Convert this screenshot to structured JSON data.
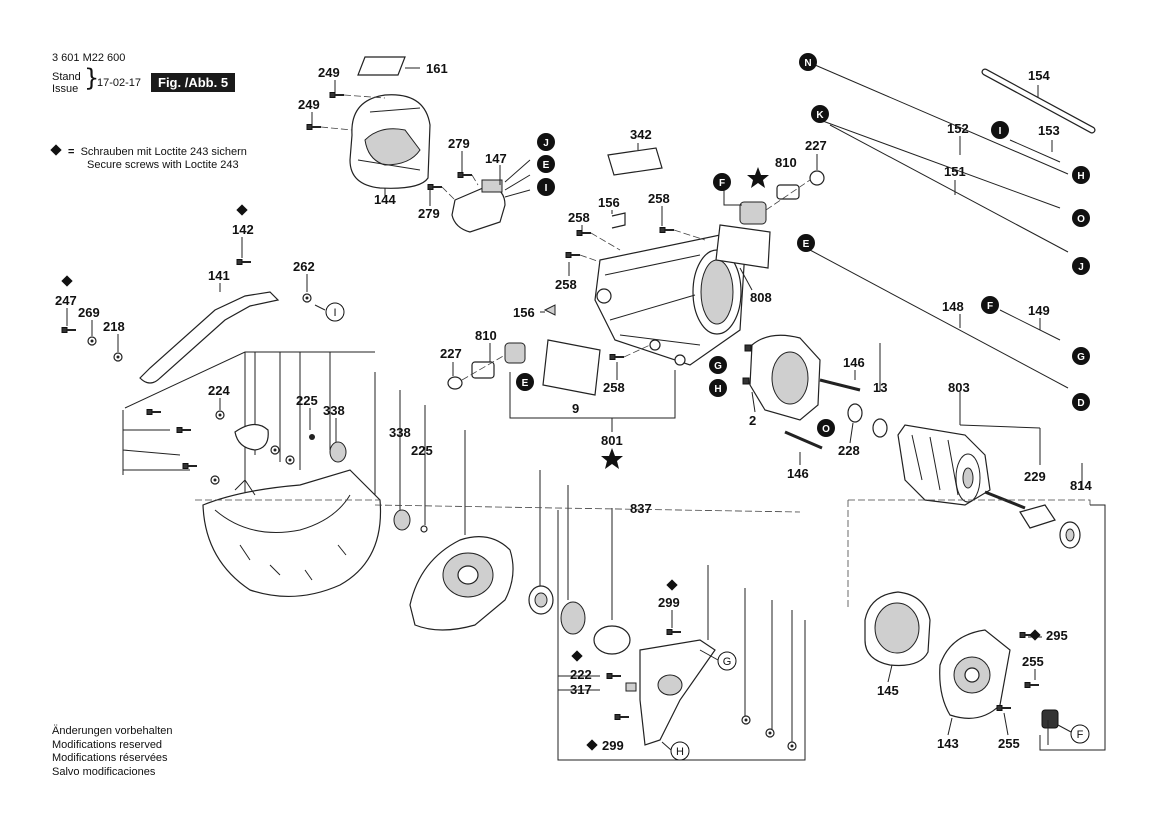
{
  "header": {
    "doc_number": "3 601 M22 600",
    "stand_label": "Stand",
    "issue_label": "Issue",
    "date": "17-02-17",
    "figure_label": "Fig. /Abb. 5"
  },
  "loctite_note": {
    "symbol": "=",
    "line_de": "Schrauben mit Loctite 243 sichern",
    "line_en": "Secure screws with Loctite 243"
  },
  "footer": {
    "lines": [
      "Änderungen vorbehalten",
      "Modifications reserved",
      "Modifications réservées",
      "Salvo modificaciones"
    ]
  },
  "part_numbers": {
    "p161": "161",
    "p249a": "249",
    "p249b": "249",
    "p144": "144",
    "p279a": "279",
    "p279b": "279",
    "p147": "147",
    "p342": "342",
    "p156a": "156",
    "p156b": "156",
    "p258a": "258",
    "p258b": "258",
    "p258c": "258",
    "p258d": "258",
    "p810a": "810",
    "p810b": "810",
    "p227a": "227",
    "p227b": "227",
    "p808": "808",
    "p9": "9",
    "p801": "801",
    "p154": "154",
    "p152": "152",
    "p153": "153",
    "p151": "151",
    "p148": "148",
    "p149": "149",
    "p146a": "146",
    "p146b": "146",
    "p13": "13",
    "p803": "803",
    "p2": "2",
    "p228": "228",
    "p229": "229",
    "p814": "814",
    "p142": "142",
    "p141": "141",
    "p262": "262",
    "p247": "247",
    "p269": "269",
    "p218": "218",
    "p224": "224",
    "p225a": "225",
    "p225b": "225",
    "p338a": "338",
    "p338b": "338",
    "p837": "837",
    "p299a": "299",
    "p299b": "299",
    "p222": "222",
    "p317": "317",
    "p295": "295",
    "p255a": "255",
    "p255b": "255",
    "p145": "145",
    "p143": "143"
  },
  "connectors": {
    "J1": "J",
    "E1": "E",
    "I1": "I",
    "F1": "F",
    "E2": "E",
    "G1": "G",
    "H1": "H",
    "O1": "O",
    "N": "N",
    "K": "K",
    "I2": "I",
    "H2": "H",
    "O2": "O",
    "J2": "J",
    "E3": "E",
    "F2": "F",
    "G2": "G",
    "D": "D",
    "I3": "I",
    "G3": "G",
    "H3": "H",
    "F3": "F"
  },
  "colors": {
    "ink": "#111111",
    "bubble_fill": "#111111",
    "bubble_text": "#ffffff"
  }
}
